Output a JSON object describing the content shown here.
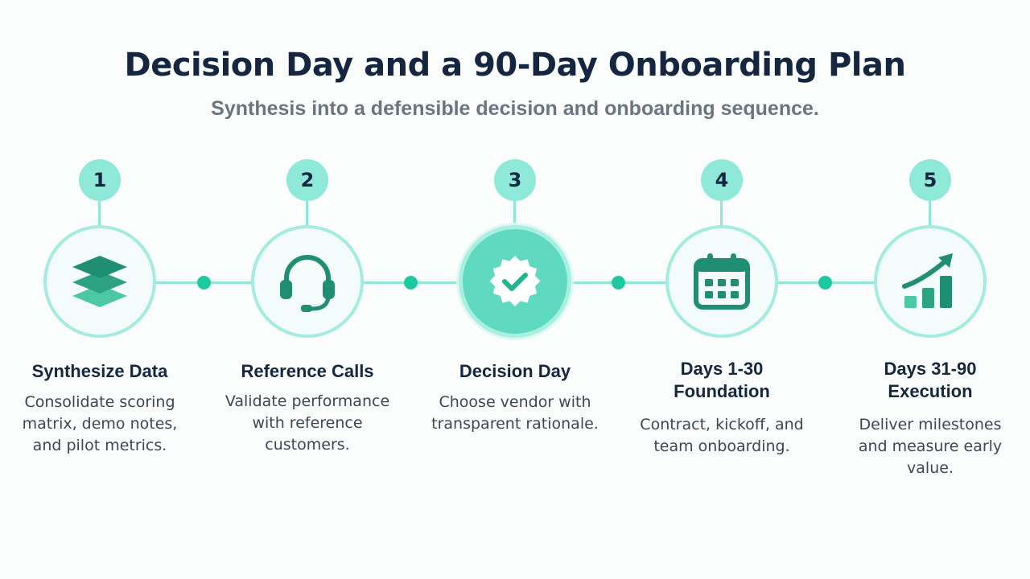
{
  "title": "Decision Day and a 90-Day Onboarding Plan",
  "subtitle": "Synthesis into a defensible decision and onboarding sequence.",
  "colors": {
    "accent": "#1fc9a0",
    "connector": "#8fe7d7",
    "badge": "#8fe9d9",
    "icon": "#1f8e73",
    "title": "#142640",
    "text": "#3d4655"
  },
  "steps": [
    {
      "number": "1",
      "icon": "layers-icon",
      "title_lines": [
        "Synthesize Data"
      ],
      "desc_lines": [
        "Consolidate scoring",
        "matrix, demo notes,",
        "and pilot metrics."
      ]
    },
    {
      "number": "2",
      "icon": "headset-icon",
      "title_lines": [
        "Reference Calls"
      ],
      "desc_lines": [
        "Validate performance",
        "with reference",
        "customers."
      ]
    },
    {
      "number": "3",
      "icon": "check-badge-icon",
      "title_lines": [
        "Decision Day"
      ],
      "desc_lines": [
        "Choose vendor with",
        "transparent rationale."
      ]
    },
    {
      "number": "4",
      "icon": "calendar-icon",
      "title_lines": [
        "Days 1-30",
        "Foundation"
      ],
      "desc_lines": [
        "Contract, kickoff, and",
        "team onboarding."
      ]
    },
    {
      "number": "5",
      "icon": "growth-chart-icon",
      "title_lines": [
        "Days 31-90",
        "Execution"
      ],
      "desc_lines": [
        "Deliver milestones",
        "and measure early",
        "value."
      ]
    }
  ]
}
